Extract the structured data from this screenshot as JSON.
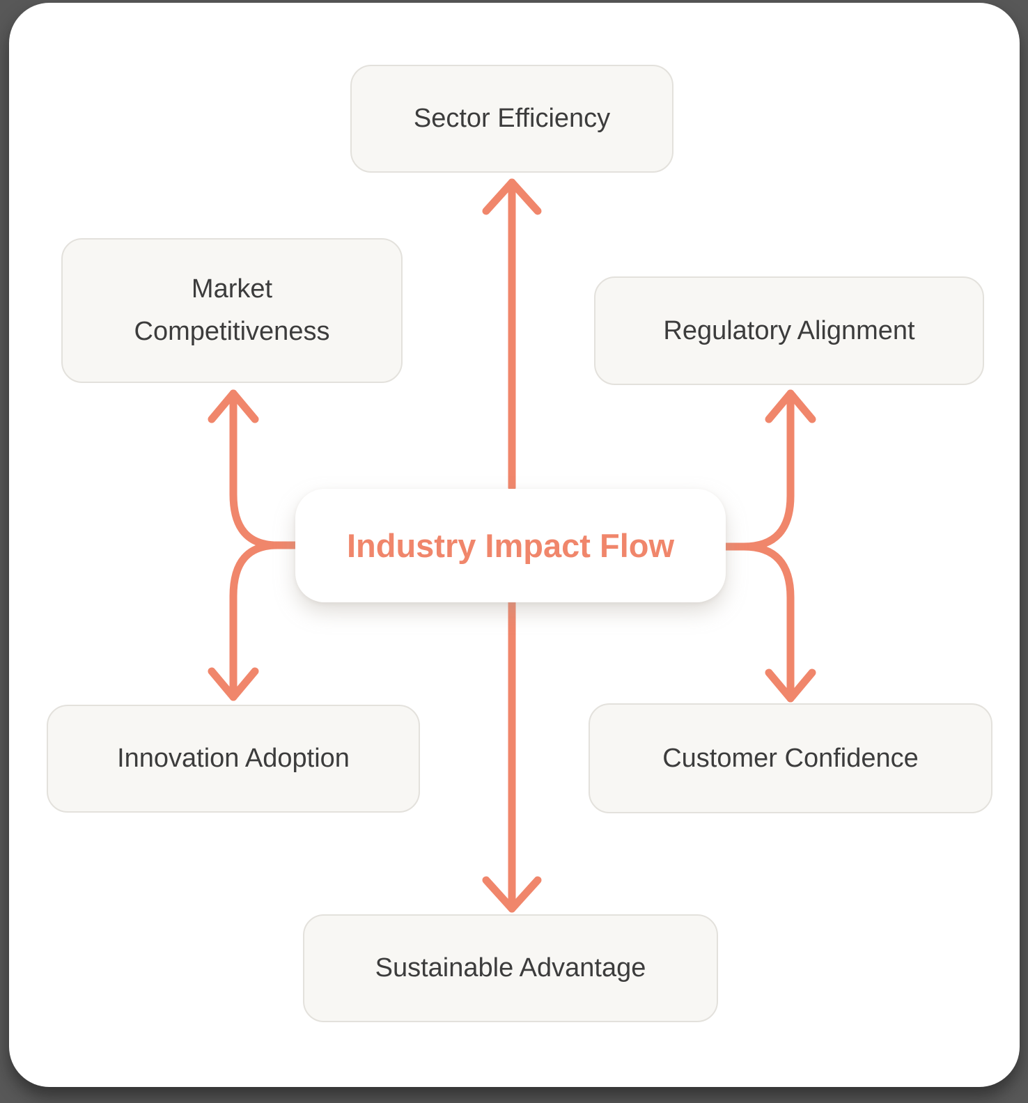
{
  "diagram": {
    "center": {
      "label": "Industry Impact Flow"
    },
    "nodes": [
      {
        "id": "sector-efficiency",
        "label": "Sector Efficiency",
        "position": "top"
      },
      {
        "id": "market-competitiveness",
        "label": "Market Competitiveness",
        "position": "upper-left"
      },
      {
        "id": "regulatory-alignment",
        "label": "Regulatory Alignment",
        "position": "upper-right"
      },
      {
        "id": "innovation-adoption",
        "label": "Innovation Adoption",
        "position": "lower-left"
      },
      {
        "id": "customer-confidence",
        "label": "Customer Confidence",
        "position": "lower-right"
      },
      {
        "id": "sustainable-advantage",
        "label": "Sustainable Advantage",
        "position": "bottom"
      }
    ],
    "connections": [
      {
        "from": "center",
        "to": "sector-efficiency"
      },
      {
        "from": "center",
        "to": "market-competitiveness"
      },
      {
        "from": "center",
        "to": "regulatory-alignment"
      },
      {
        "from": "center",
        "to": "innovation-adoption"
      },
      {
        "from": "center",
        "to": "customer-confidence"
      },
      {
        "from": "center",
        "to": "sustainable-advantage"
      }
    ],
    "colors": {
      "accent": "#F0866B",
      "page_bg": "#585858",
      "card_bg": "#FFFFFF",
      "node_bg": "#F8F7F4",
      "node_border": "#E3E1DC",
      "node_text": "#3C3C3C"
    }
  }
}
